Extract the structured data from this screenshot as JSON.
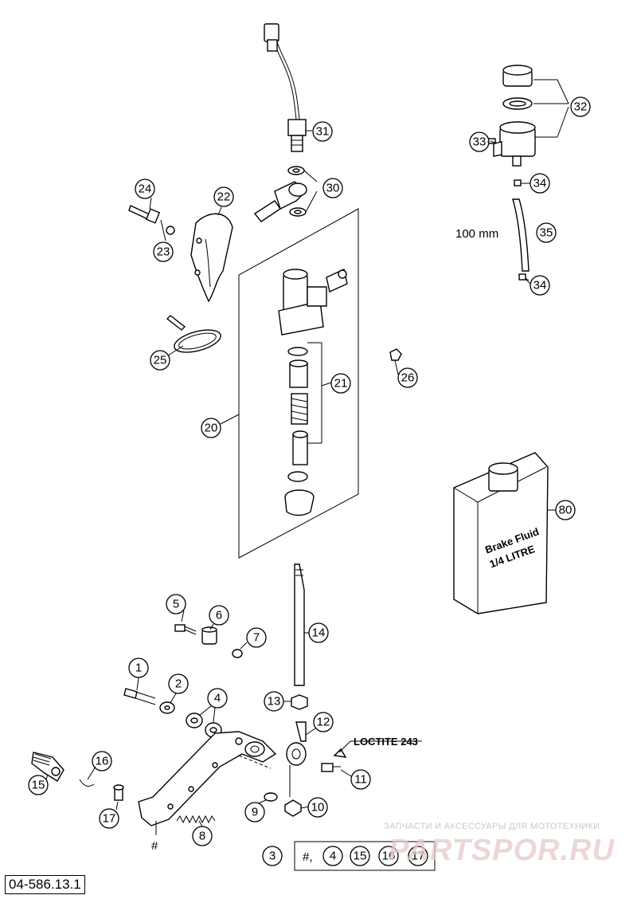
{
  "diagram": {
    "part_number": "04-586.13.1",
    "notes": {
      "hose_length": "100 mm",
      "loctite": "LOCTITE 243",
      "hash_marker": "#",
      "kit_hash": "#,"
    },
    "callouts": [
      "1",
      "2",
      "3",
      "4",
      "5",
      "6",
      "7",
      "8",
      "9",
      "10",
      "11",
      "12",
      "13",
      "14",
      "15",
      "16",
      "17",
      "20",
      "21",
      "22",
      "23",
      "24",
      "25",
      "26",
      "30",
      "31",
      "32",
      "33",
      "34",
      "35",
      "80"
    ],
    "bottle_label": {
      "line1": "Brake Fluid",
      "line2": "1/4 LITRE"
    },
    "watermark": {
      "tagline": "ЗАПЧАСТИ И АКСЕССУАРЫ ДЛЯ МОТОТЕХНИКИ",
      "logo": "PARTSPOR.RU"
    }
  }
}
